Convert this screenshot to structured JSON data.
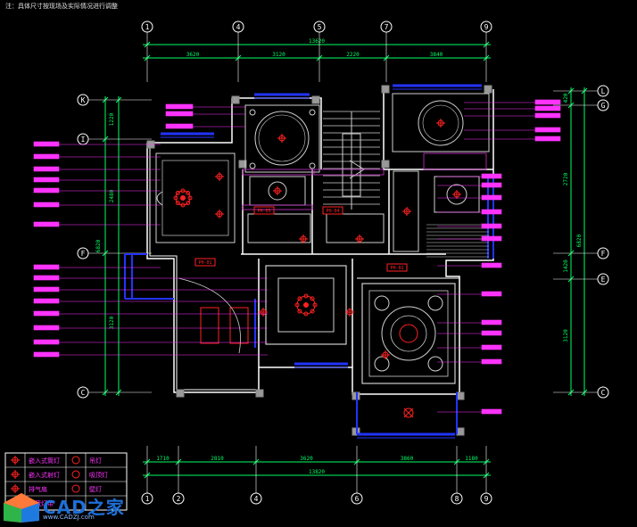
{
  "note": "注：具体尺寸按现场及实际情况进行调整",
  "grid": {
    "top_axes": [
      "1",
      "4",
      "5",
      "7",
      "9"
    ],
    "bottom_axes": [
      "1",
      "2",
      "4",
      "6",
      "8",
      "9"
    ],
    "right_axes": [
      "L",
      "G",
      "F",
      "E",
      "C"
    ],
    "left_axes": [
      "K",
      "I",
      "F",
      "C"
    ]
  },
  "dimensions": {
    "top_total": "13620",
    "top_segments": [
      "3620",
      "3120",
      "2220",
      "3840"
    ],
    "bottom_total": "13820",
    "bottom_segments": [
      "1710",
      "2810",
      "3620",
      "3860",
      "1180"
    ],
    "left_segments": [
      "1220",
      "2480",
      "3120"
    ],
    "left_total": "6820",
    "right_segments": [
      "420",
      "2720",
      "1420",
      "3120"
    ],
    "right_total": "6820"
  },
  "room_tags": [
    "PH-01",
    "PH-02",
    "PH-03",
    "PH-04"
  ],
  "legend": {
    "rows": [
      {
        "symbol": "down-light",
        "label": "嵌入式筒灯",
        "symbol2": "chandelier",
        "label2": "吊灯"
      },
      {
        "symbol": "spot-light",
        "label": "嵌入式射灯",
        "symbol2": "ceiling-lamp",
        "label2": "吸顶灯"
      },
      {
        "symbol": "exhaust",
        "label": "排气扇",
        "symbol2": "wall-lamp",
        "label2": "壁灯"
      },
      {
        "symbol": "strip-light",
        "label": "暗藏灯带",
        "symbol2": "",
        "label2": ""
      }
    ]
  },
  "watermark": {
    "brand": "CAD之家",
    "url": "www.CADZJ.com"
  },
  "colors": {
    "wall": "#ffffff",
    "axis": "#ffffff",
    "dimension": "#00ff66",
    "annotation": "#ff33ff",
    "lamp": "#ff2222",
    "window": "#2233ff",
    "ceiling": "#cfcfcf",
    "stair": "#cfcfcf",
    "hatch": "#cc33cc"
  }
}
